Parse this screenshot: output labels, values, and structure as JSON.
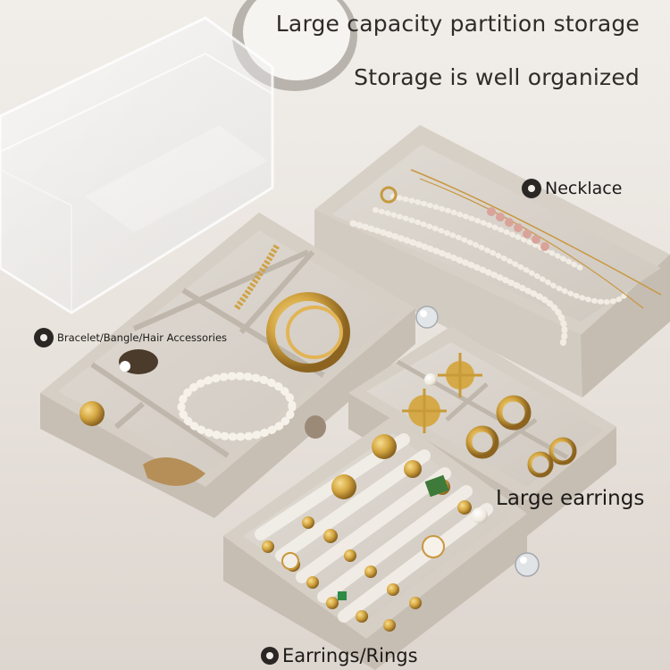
{
  "headlines": {
    "line1": "Large capacity partition storage",
    "line2": "Storage is well organized"
  },
  "labels": {
    "necklace": "Necklace",
    "bracelet": "Bracelet/Bangle/Hair Accessories",
    "large_earrings": "Large earrings",
    "earrings_rings": "Earrings/Rings"
  },
  "icons": [
    "label-dot-icon"
  ],
  "colors": {
    "velvet": "#d8d2ca",
    "tray_side": "#c9c1b7",
    "gold": "#d1a54a",
    "pearl": "#f5f1e9",
    "text": "#2f2b28"
  }
}
